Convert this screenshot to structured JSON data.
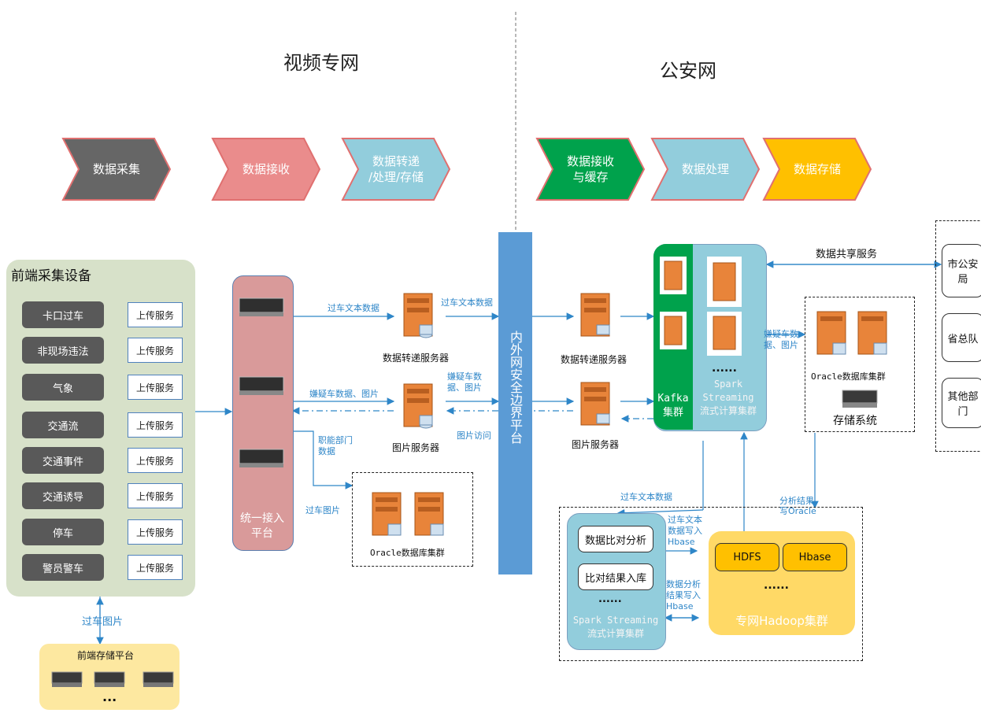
{
  "zones": {
    "left_title": "视频专网",
    "right_title": "公安网"
  },
  "stages": [
    {
      "label": "数据采集",
      "color": "#666666"
    },
    {
      "label": "数据接收",
      "color": "#ea8c8c"
    },
    {
      "label": "数据转递\n/处理/存储",
      "color": "#92cddc"
    },
    {
      "label": "数据接收\n与缓存",
      "color": "#00a24c"
    },
    {
      "label": "数据处理",
      "color": "#92cddc"
    },
    {
      "label": "数据存储",
      "color": "#ffc000"
    }
  ],
  "front": {
    "title": "前端采集设备",
    "devices": [
      "卡口过车",
      "非现场违法",
      "气象",
      "交通流",
      "交通事件",
      "交通诱导",
      "停车",
      "警员警车"
    ],
    "upload_label": "上传服务",
    "pass_image": "过车图片",
    "storage_title": "前端存储平台",
    "storage_more": "..."
  },
  "access": {
    "label": "统一接入\n平台"
  },
  "video_side": {
    "transfer_server": "数据转递服务器",
    "image_server": "图片服务器",
    "oracle_cluster": "Oracle数据库集群",
    "lbl_pass_text": "过车文本数据",
    "lbl_suspect": "嫌疑车数据、图片",
    "lbl_dept_data": "职能部门\n数据",
    "lbl_pass_image": "过车图片"
  },
  "boundary": {
    "label": "内外网安全边界平台",
    "lbl_pass_text": "过车文本数据",
    "lbl_suspect": "嫌疑车数\n据、图片",
    "lbl_image_access": "图片访问"
  },
  "police_side": {
    "transfer_server": "数据转递服务器",
    "image_server": "图片服务器",
    "kafka": "Kafka\n集群",
    "spark_main": "Spark\nStreaming\n流式计算集群",
    "spark_dots": "......",
    "share_service": "数据共享服务",
    "lbl_suspect": "嫌疑车数\n据、图片",
    "oracle_cluster": "Oracle数据库集群",
    "storage_system": "存储系统",
    "lbl_pass_text": "过车文本数据",
    "lbl_analysis": "分析结果\n写Oracle",
    "lbl_write_hbase": "过车文本\n数据写入\nHbase",
    "lbl_analysis_hbase": "数据分析\n结果写入\nHbase",
    "spark_sub_btn1": "数据比对分析",
    "spark_sub_btn2": "比对结果入库",
    "spark_sub_dots": "......",
    "spark_sub": "Spark Streaming\n流式计算集群",
    "hdfs": "HDFS",
    "hbase": "Hbase",
    "hadoop_dots": "......",
    "hadoop": "专网Hadoop集群"
  },
  "consumers": [
    "市公安\n局",
    "省总队",
    "其他部\n门"
  ]
}
